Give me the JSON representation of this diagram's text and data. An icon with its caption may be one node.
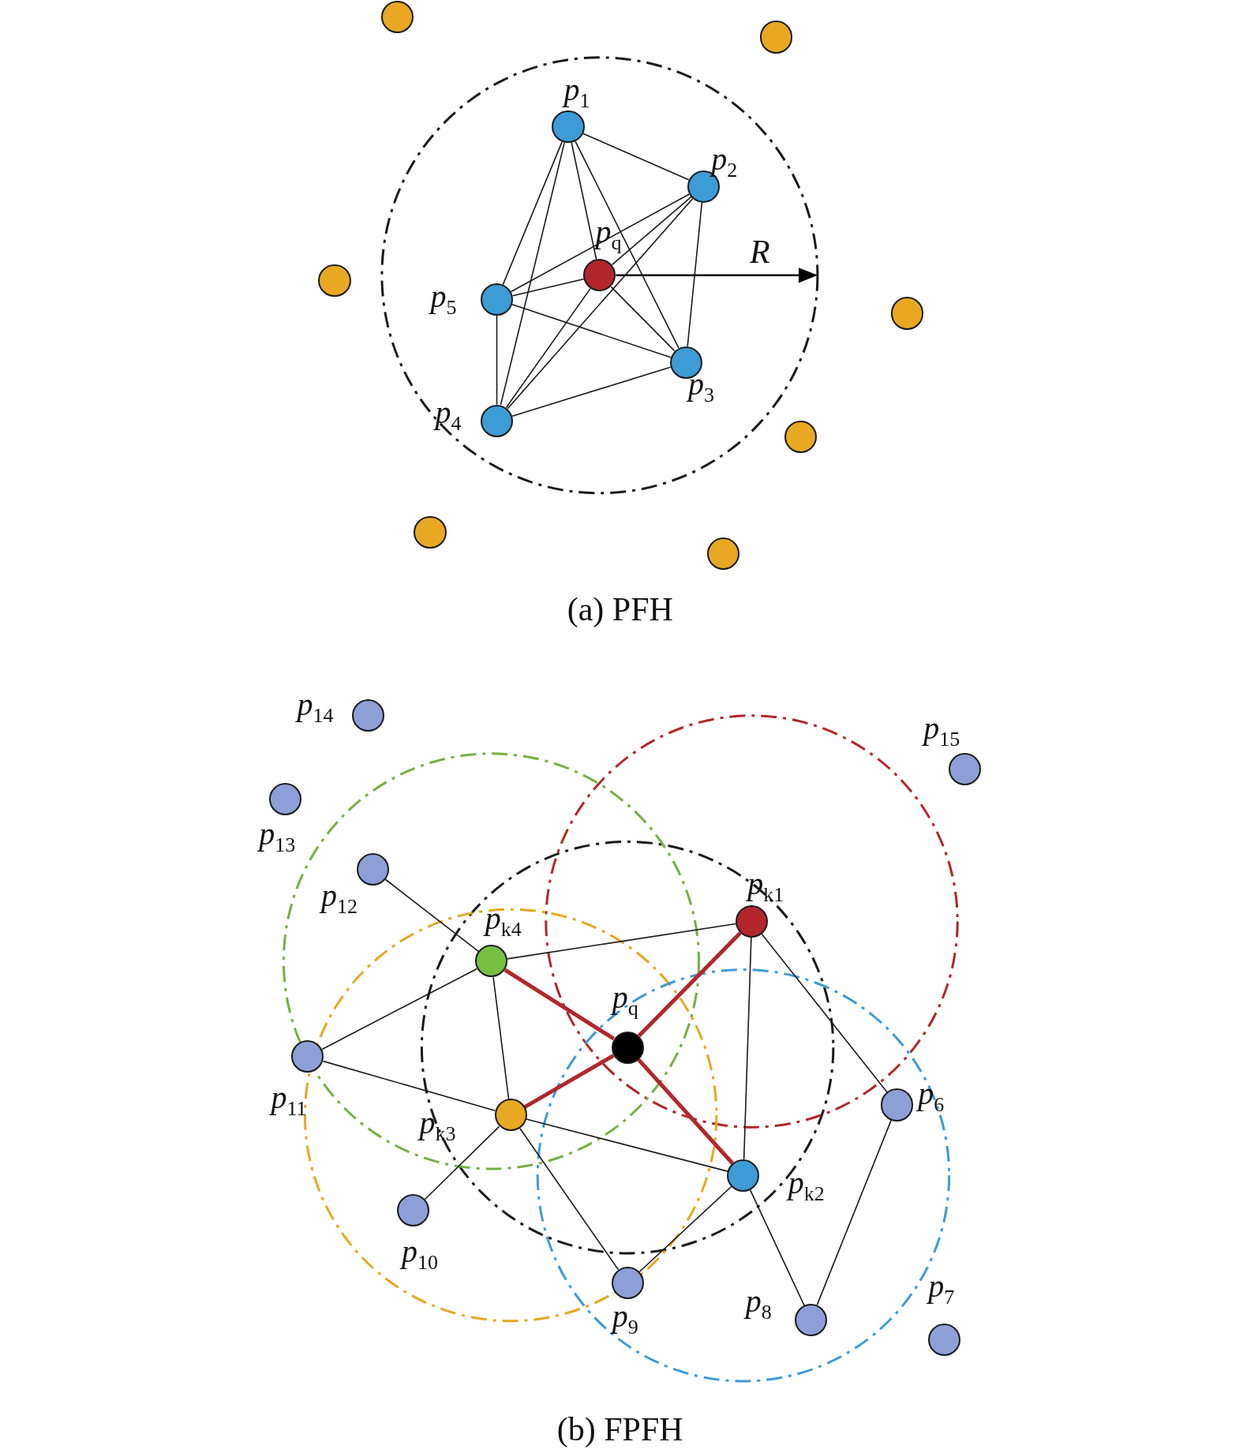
{
  "diagram": {
    "nodes": [
      {
        "text": [],
        "shape": "circle"
      },
      {
        "text": [],
        "shape": "circle"
      },
      {
        "text": [],
        "shape": "circle",
        "beside": [
          "*p*$_{1}$"
        ]
      },
      {
        "text": [],
        "shape": "circle",
        "beside": [
          "*p*$_{2}$"
        ]
      },
      {
        "text": [],
        "shape": "circle",
        "beside": [
          "*p*$_{q}$"
        ]
      },
      {
        "text": [],
        "shape": "circle"
      },
      {
        "text": [],
        "shape": "circle",
        "beside": [
          "*p*$_{5}$"
        ]
      },
      {
        "text": [],
        "shape": "circle"
      },
      {
        "text": [],
        "shape": "circle",
        "beside": [
          "*p*$_{3}$"
        ]
      },
      {
        "text": [],
        "shape": "circle",
        "beside": [
          "*p*$_{4}$"
        ]
      },
      {
        "text": [],
        "shape": "circle"
      },
      {
        "text": [],
        "shape": "circle"
      },
      {
        "text": [],
        "shape": "circle"
      },
      {
        "text": [],
        "shape": "circle",
        "beside": [
          "*p*$_{14}$"
        ]
      },
      {
        "text": [],
        "shape": "circle",
        "beside": [
          "*p*$_{15}$"
        ]
      },
      {
        "text": [],
        "shape": "circle",
        "beside": [
          "*p*$_{13}$"
        ]
      },
      {
        "text": [],
        "shape": "circle",
        "beside": [
          "*p*$_{12}$"
        ]
      },
      {
        "text": [],
        "shape": "circle",
        "beside": [
          "*p*$_{k1}$"
        ]
      },
      {
        "text": [],
        "shape": "circle",
        "beside": [
          "*p*$_{k4}$"
        ]
      },
      {
        "text": [],
        "shape": "circle",
        "beside": [
          "*p*$_{q}$"
        ]
      },
      {
        "text": [],
        "shape": "circle",
        "beside": [
          "*p*$_{11}$"
        ]
      },
      {
        "text": [],
        "shape": "circle",
        "beside": [
          "*p*$_{6}$"
        ]
      },
      {
        "text": [],
        "shape": "circle",
        "beside": [
          "*p*$_{k3}$"
        ]
      },
      {
        "text": [],
        "shape": "circle",
        "beside": [
          "*p*$_{k2}$"
        ]
      },
      {
        "text": [],
        "shape": "circle",
        "beside": [
          "*p*$_{10}$"
        ]
      },
      {
        "text": [],
        "shape": "circle",
        "beside": [
          "*p*$_{9}$"
        ]
      },
      {
        "text": [],
        "shape": "circle",
        "beside": [
          "*p*$_{8}$"
        ]
      },
      {
        "text": [],
        "shape": "circle",
        "beside": [
          "*p*$_{7}$"
        ]
      }
    ],
    "edges": [
      {
        "from": 2,
        "to": 3,
        "arrow": "none"
      },
      {
        "from": 2,
        "to": 4,
        "arrow": "none"
      },
      {
        "from": 2,
        "to": 6,
        "arrow": "none"
      },
      {
        "from": 2,
        "to": 8,
        "arrow": "none"
      },
      {
        "from": 2,
        "to": 9,
        "arrow": "none"
      },
      {
        "from": 3,
        "to": 4,
        "arrow": "none"
      },
      {
        "from": 3,
        "to": 6,
        "arrow": "none"
      },
      {
        "from": 3,
        "to": 8,
        "arrow": "none"
      },
      {
        "from": 3,
        "to": 9,
        "arrow": "none"
      },
      {
        "from": 4,
        "to": 6,
        "arrow": "none"
      },
      {
        "from": 4,
        "to": 8,
        "arrow": "none"
      },
      {
        "from": 4,
        "to": 9,
        "arrow": "none"
      },
      {
        "from": 6,
        "to": 8,
        "arrow": "none"
      },
      {
        "from": 6,
        "to": 9,
        "arrow": "none"
      },
      {
        "from": 8,
        "to": 9,
        "arrow": "none"
      },
      {
        "from": 16,
        "to": 18,
        "arrow": "none"
      },
      {
        "from": 18,
        "to": 17,
        "arrow": "none"
      },
      {
        "from": 18,
        "to": 20,
        "arrow": "none"
      },
      {
        "from": 18,
        "to": 22,
        "arrow": "none"
      },
      {
        "from": 20,
        "to": 22,
        "arrow": "none"
      },
      {
        "from": 22,
        "to": 24,
        "arrow": "none"
      },
      {
        "from": 22,
        "to": 25,
        "arrow": "none"
      },
      {
        "from": 22,
        "to": 23,
        "arrow": "none"
      },
      {
        "from": 23,
        "to": 25,
        "arrow": "none"
      },
      {
        "from": 23,
        "to": 26,
        "arrow": "none"
      },
      {
        "from": 17,
        "to": 23,
        "arrow": "none"
      },
      {
        "from": 17,
        "to": 21,
        "arrow": "none"
      },
      {
        "from": 21,
        "to": 26,
        "arrow": "none"
      },
      {
        "from": 19,
        "to": 17,
        "arrow": "none",
        "style": "thick",
        "color": "#b3262b"
      },
      {
        "from": 19,
        "to": 23,
        "arrow": "none",
        "style": "thick",
        "color": "#b3262b"
      },
      {
        "from": 19,
        "to": 22,
        "arrow": "none",
        "style": "thick",
        "color": "#b3262b"
      },
      {
        "from": 19,
        "to": 18,
        "arrow": "none",
        "style": "thick",
        "color": "#b3262b"
      }
    ],
    "labels": [
      "*R*",
      "(a) PFH",
      "(b) FPFH"
    ]
  }
}
